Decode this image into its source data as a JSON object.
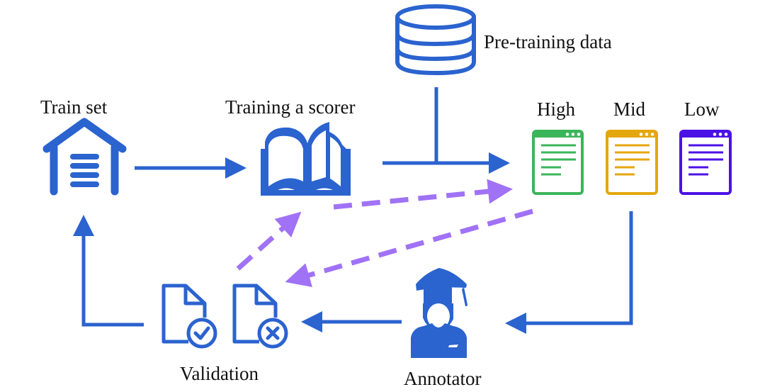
{
  "nodes": {
    "train_set": {
      "label": "Train set",
      "icon": "warehouse-icon"
    },
    "scorer": {
      "label": "Training a scorer",
      "icon": "open-book-icon"
    },
    "pretraining": {
      "label": "Pre-training data",
      "icon": "database-icon"
    },
    "quality_levels": [
      {
        "label": "High",
        "icon": "document-window-icon",
        "color": "#3BB55A"
      },
      {
        "label": "Mid",
        "icon": "document-window-icon",
        "color": "#E5A70E"
      },
      {
        "label": "Low",
        "icon": "document-window-icon",
        "color": "#4B12E6"
      }
    ],
    "annotator": {
      "label": "Annotator",
      "icon": "graduate-person-icon"
    },
    "validation": {
      "label": "Validation",
      "icons": [
        "file-check-icon",
        "file-cross-icon"
      ]
    }
  },
  "colors": {
    "primary": "#2B63CF",
    "dashed_feedback": "#A072F5"
  }
}
